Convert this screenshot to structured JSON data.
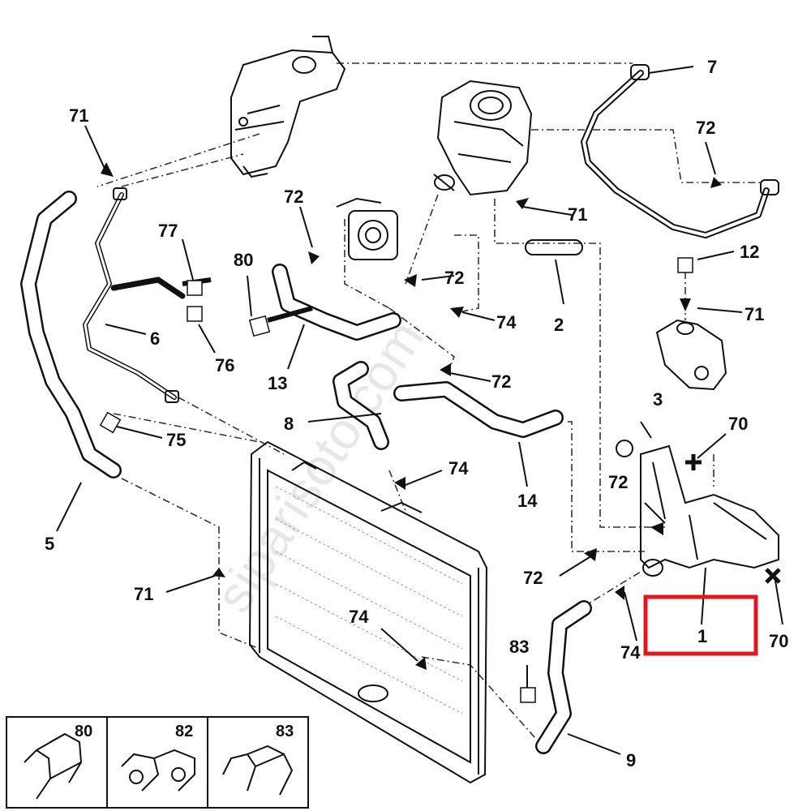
{
  "diagram": {
    "labels": [
      "1",
      "2",
      "3",
      "5",
      "6",
      "7",
      "8",
      "9",
      "12",
      "13",
      "14",
      "70",
      "71",
      "72",
      "74",
      "75",
      "76",
      "77",
      "80",
      "82",
      "83"
    ],
    "callouts": {
      "c1": "1",
      "c2": "2",
      "c3": "3",
      "c5": "5",
      "c6": "6",
      "c7": "7",
      "c8": "8",
      "c9": "9",
      "c12": "12",
      "c13": "13",
      "c14": "14",
      "c70a": "70",
      "c70b": "70",
      "c71a": "71",
      "c71b": "71",
      "c71c": "71",
      "c71d": "71",
      "c72a": "72",
      "c72b": "72",
      "c72c": "72",
      "c72d": "72",
      "c72e": "72",
      "c72f": "72",
      "c74a": "74",
      "c74b": "74",
      "c74c": "74",
      "c74d": "74",
      "c75": "75",
      "c76": "76",
      "c77": "77",
      "c80": "80",
      "c83": "83"
    },
    "inset": {
      "a": "80",
      "b": "82",
      "c": "83"
    },
    "highlight": {
      "part": "1",
      "color": "#e0191f"
    },
    "watermark": "siparisoto.com"
  }
}
